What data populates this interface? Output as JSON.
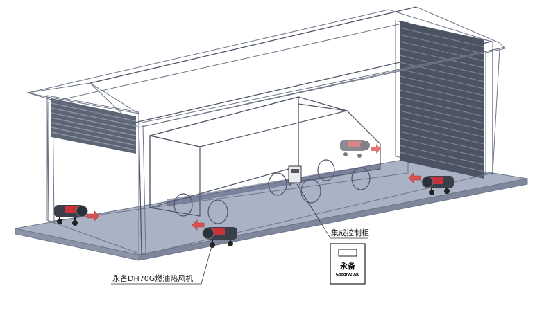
{
  "labels": {
    "heater_label": "永备DH70G燃油热风机",
    "cabinet_label": "集成控制柜"
  },
  "cabinet_logo": {
    "brand": "永备",
    "sub": "Goodry2020"
  },
  "colors": {
    "wall_fill": "#9ca6bf",
    "roof_fill": "#b8bfd0",
    "floor_fill": "#aab2c6",
    "truck_fill": "#7f8ab0",
    "heater_body": "#3a3f4a",
    "heater_accent": "#c8323a",
    "arrow": "#d9534f"
  },
  "icons": [
    "heater-icon",
    "airflow-arrow-icon",
    "control-cabinet-icon",
    "louver-icon",
    "roller-door-icon",
    "truck-icon"
  ]
}
